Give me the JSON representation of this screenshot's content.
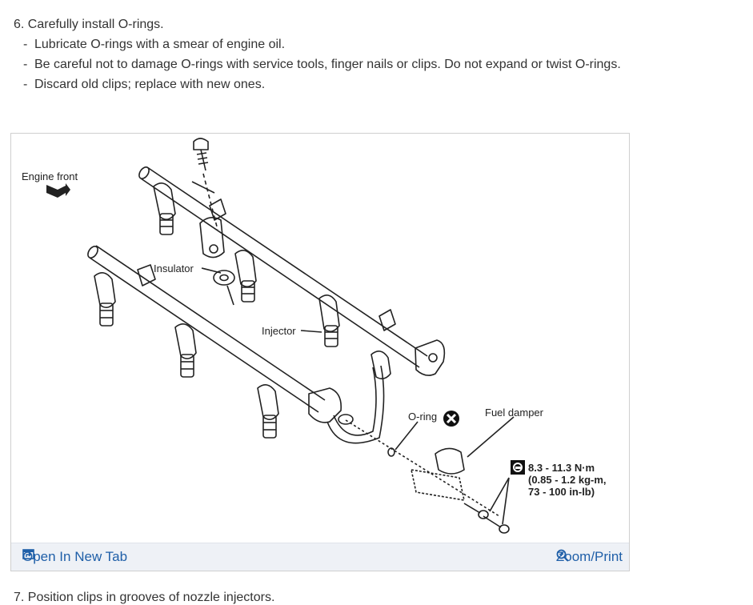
{
  "instructions": {
    "step": "6. Carefully install O-rings.",
    "bullets": [
      "Lubricate O-rings with a smear of engine oil.",
      "Be careful not to damage O-rings with service tools, finger nails or clips. Do not expand or twist O-rings.",
      "Discard old clips; replace with new ones."
    ]
  },
  "figure": {
    "labels": {
      "engine_front": "Engine front",
      "insulator": "Insulator",
      "injector": "Injector",
      "oring": "O-ring",
      "fuel_damper": "Fuel damper"
    },
    "torque": {
      "line1": "8.3 - 11.3 N·m",
      "line2": "(0.85 - 1.2 kg-m,",
      "line3": "73 - 100 in-lb)"
    },
    "icons": [
      "arrow-right-icon",
      "no-reuse-icon",
      "torque-wrench-icon"
    ]
  },
  "toolbar": {
    "open_new_tab": "Open In New Tab",
    "zoom_print": "Zoom/Print"
  },
  "next_step": "7. Position clips in grooves of nozzle injectors."
}
